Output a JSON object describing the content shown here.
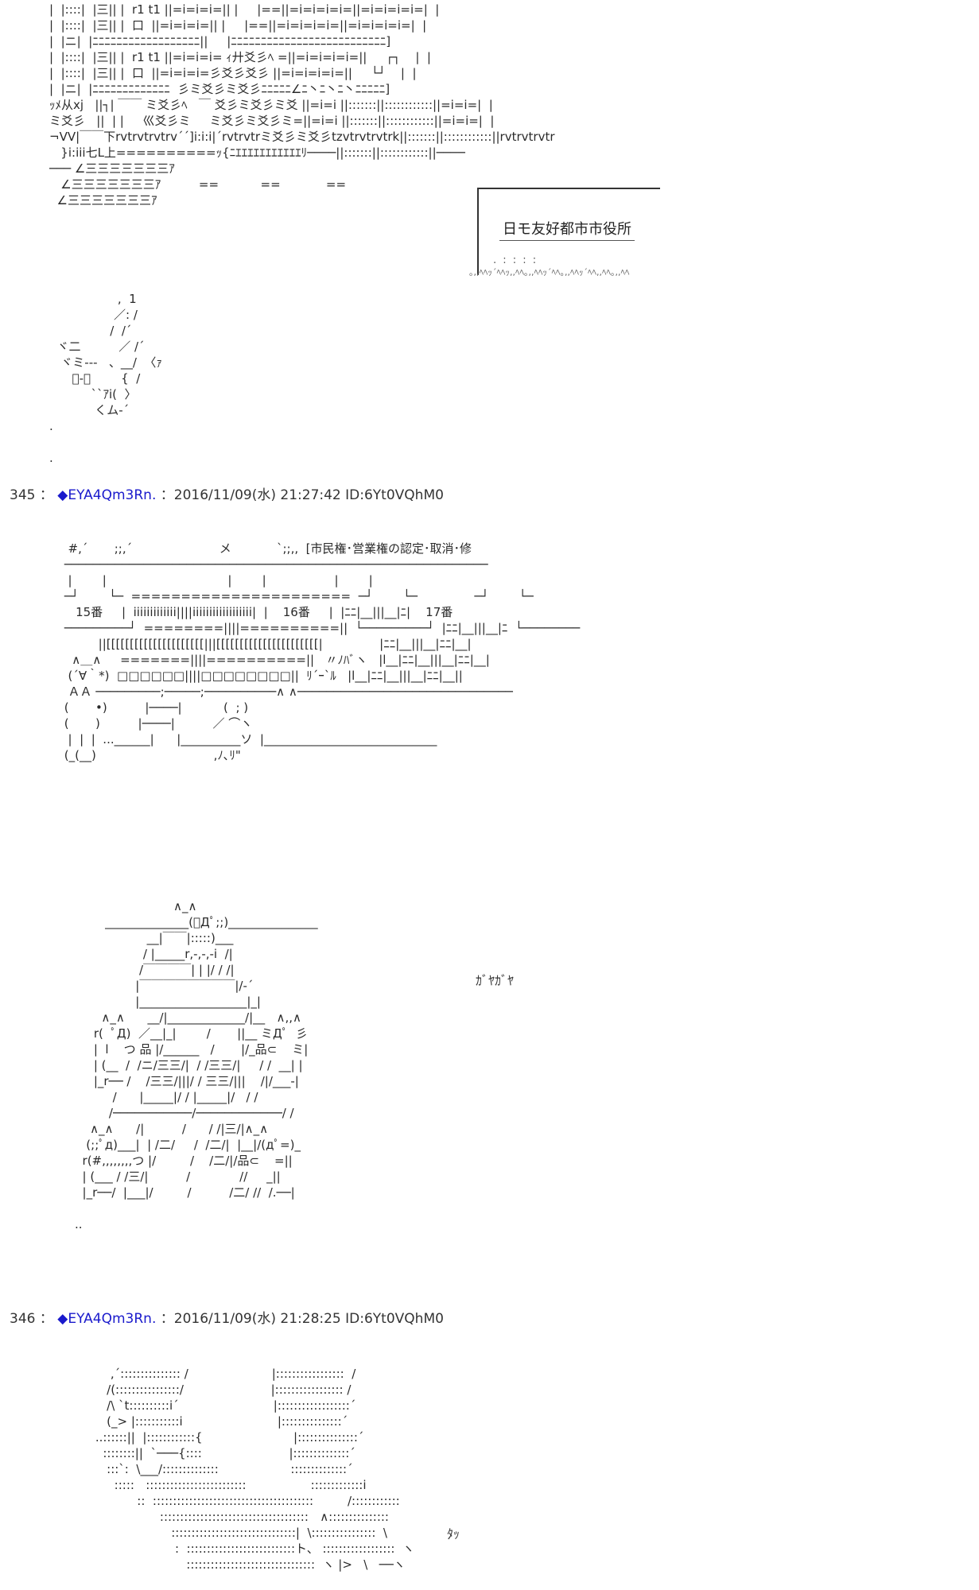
{
  "colors": {
    "background": "#ffffff",
    "text": "#2a2a2a",
    "name": "#1a1acc"
  },
  "icons": {
    "trip_mark": "diamond-icon"
  },
  "signboard_label": "日モ友好都市市役所",
  "posts": [
    {
      "number": "345",
      "separator": " ：",
      "trip_mark": "◆",
      "name": "EYA4Qm3Rn.",
      "meta": "：2016/11/09(水) 21:27:42 ID:6Yt0VQhM0"
    },
    {
      "number": "346",
      "separator": " ：",
      "trip_mark": "◆",
      "name": "EYA4Qm3Rn.",
      "meta": "：2016/11/09(水) 21:28:25 ID:6Yt0VQhM0"
    }
  ],
  "captions": {
    "gayagaya": "ｶﾞﾔｶﾞﾔ",
    "ta": "ﾀｯ"
  },
  "art": {
    "city": "|  |::::|  |三|| |  r1 t1 ||=i=i=i=|| |     |==||=i=i=i=i=||=i=i=i=i=|  |\n|  |::::|  |三|| |  口  ||=i=i=i=|| |     |==||=i=i=i=i=||=i=i=i=i=|  |\n|  |ニ|  |ﾆﾆﾆﾆﾆﾆﾆﾆﾆﾆﾆﾆﾆﾆﾆﾆﾆﾆ||     |ﾆﾆﾆﾆﾆﾆﾆﾆﾆﾆﾆﾆﾆﾆﾆﾆﾆﾆﾆﾆﾆﾆﾆﾆﾆﾆ]\n|  |::::|  |三|| |  r1 t1 ||=i=i=i= ｨ廾爻彡ﾍ =||=i=i=i=i=||     ┌┐    |  |\n|  |::::|  |三|| |  口  ||=i=i=i=彡爻彡爻彡 ||=i=i=i=i=||     └┘    |  |\n|  |ニ|  |ﾆﾆﾆﾆﾆﾆﾆﾆﾆﾆﾆﾆﾆ  彡ミ爻彡ミ爻彡ﾆﾆﾆﾆﾆ∠ﾆ丶ﾆ丶ﾆ丶ﾆﾆﾆﾆﾆ]\nｯﾒ从xj   ||┐| ￣￣ ミ爻彡ﾍ   ￣ 爻彡ミ爻彡ミ爻 ||=i=i ||:::::::||::::::::::::||=i=i=|  |\nミ爻彡   ||  | |     巛爻彡ミ     ミ爻彡ミ爻彡ミ=||=i=i ||:::::::||::::::::::::||=i=i=|  |\n¬VV|￣￣下rvtrvtrvtrv´´]i:i:i|´rvtrvtrミ爻彡ミ爻彡tzvtrvtrvtrk||:::::::||::::::::::::||rvtrvtrvtr\n   }i:iii七L上==========ｯ{ﾆｴｴｴｴｴｴｴｴｴｴｴﾘ────||:::::::||::::::::::::||────\n─── ∠三三三三三三三ｱ\n   ∠三三三三三三三ｱ          ==           ==            ==\n  ∠三三三三三三三ｱ",
    "bird": "                  ,  1\n                 ／: /\n                /  /´\n  ヾ二          ／ /´\n   ヾミ---   、__/  〈ｧ\n      ﾞ-､        {  /\n           ``ｱi(  〉\n            くム-´\n.\n\n.",
    "booths": "  #,´       ;;,´                       メ            `;;,,  [市民権･営業権の認定･取消･修\n ───────────────────────────────────────────────────────────\n  |        |                                |        |                  |        |\n ─┘        └─  ======================  ─┘        └─               ─┘        └─\n    15番     |  iiiiiiiiiiiii||||iiiiiiiiiiiiiiiiii|  |    16番     |  |ﾆﾆ|__|||__|ﾆ|    17番\n ─────────┘  ========||||==========||  └─────────┘  |ﾆﾆ|__|||__|ﾆ  └────────\n          ||[[[[[[[[[[[[[[[[[[[[[|||[[[[[[[[[[[[[[[[[[[[[[|               |ﾆﾆ|__|||__|ﾆﾆ|__|\n   ∧＿∧     =======||||==========||   〃ﾉﾊﾞヽ   |l__|ﾆﾆ|__|||__|ﾆﾆ|__|\n  (´∀｀*)  □□□□□□||||□□□□□□□□||  ﾘ´ｰ`ﾙ   |l__|ﾆﾆ|__|||__|ﾆﾆ|__||\n  ＡＡ ─────────;─────;──────────∧ ∧──────────────────────────────\n (       •)          |────|           (  ; )\n (       )          |────|          ／ ⌒ヽ\n  |  |  |  ...______|      |__________ソ  |_____________________________\n (_(__)                               ,ﾉ､ﾘ\"",
    "crowd": "                          ∧_∧\n        ______________(ﾟДﾟ;;)_______________\n                   __|￣￣|:::::)___\n                  / |_____r,-,-,-i  /|\n                 /￣￣￣￣| | |/ / /|\n                |￣￣￣￣￣￣￣￣|/-´\n                |__________________|_|\n       ∧_∧      __/|_____________/|__   ∧,,∧\n     r(  ﾟД)  ／__|_|        /       ||__ ミДﾟ  彡\n     |  l    つ 品 |/______   /       |/_品⊂    ミ|\n     | (__  /  /ニ/三三/|  / /三三/|     / /  __| |\n     |_r── /    /三三/|||/ / 三三/|||    /|/___-|\n          /      |_____|/ / |_____|/   / /\n         /───────────/────────────/ /\n    ∧_∧      /|          /      / /|三/|∧_∧\n   (;;ﾟд)___|  | /二/     /  /二/|  |__|/(дﾟ=)_\n  r(#,,,,,,,,つ |/         /    /二/|/品⊂    =||\n  | (___ / /三/|          /             //     _||\n  |_r──/  |___|/         /          /二/ //  /.──|\n\n..",
    "alley": "         ,´::::::::::::::: /                      |:::::::::::::::::  /\n        /(::::::::::::::::/                       |::::::::::::::::: /\n        /\\ `t::::::::::i´                         |::::::::::::::::::´\n        (_> |:::::::::::i                         |:::::::::::::::´\n     ..::::::||  |::::::::::::{                        |:::::::::::::::´\n       ::::::::||  `───{::::                       |::::::::::::::´\n        :::`:  \\___/::::::::::::::                   ::::::::::::::´\n          :::::   :::::::::::::::::::::::::                 :::::::::::::i\n                ::  ::::::::::::::::::::::::::::::::::::::::         /::::::::::::\n                      :::::::::::::::::::::::::::::::::::::   ∧:::::::::::::::\n                         :::::::::::::::::::::::::::::::|  \\::::::::::::::::  \\\n                          :  :::::::::::::::::::::::::::ト、 ::::::::::::::::::  ヽ\n                             ::::::::::::::::::::::::::::::::  ヽ |>   \\   ──ヽ"
  }
}
